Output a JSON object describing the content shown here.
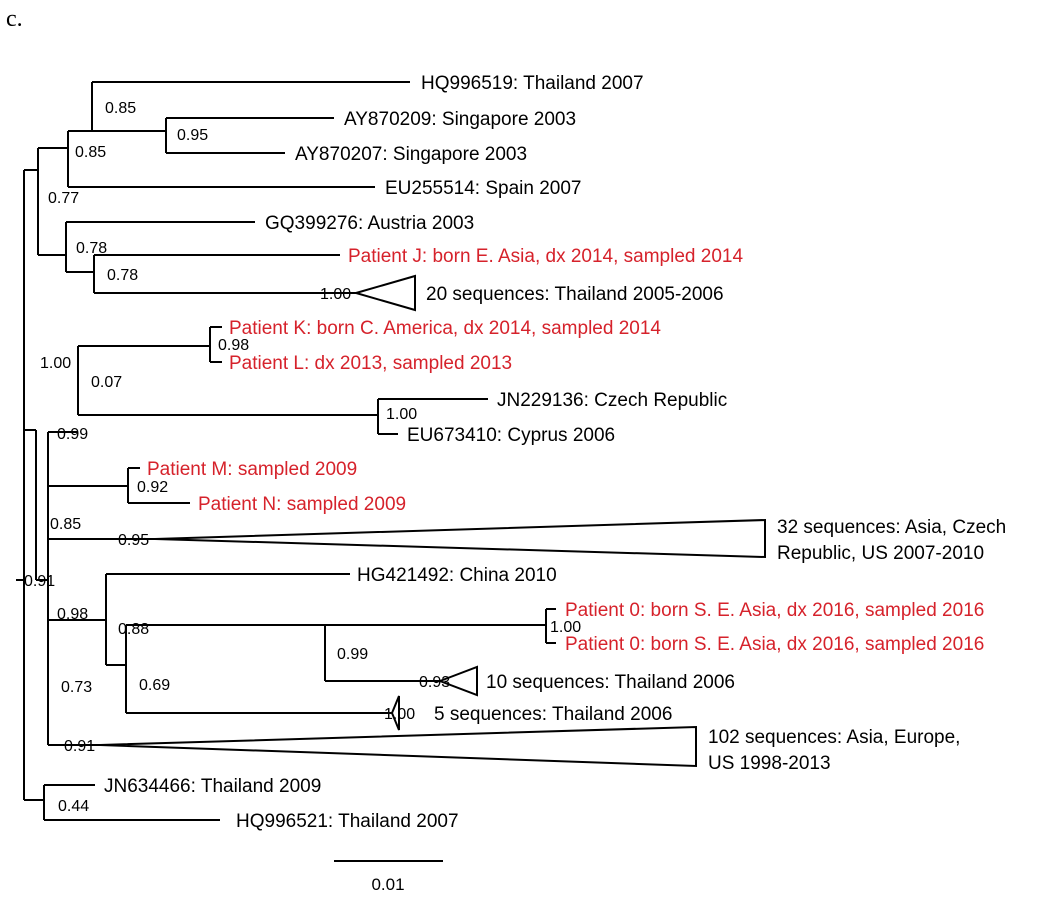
{
  "panel_label": "c.",
  "scale_bar_label": "0.01",
  "tips": {
    "hq996519": "HQ996519: Thailand 2007",
    "ay870209": "AY870209: Singapore 2003",
    "ay870207": "AY870207: Singapore 2003",
    "eu255514": "EU255514: Spain 2007",
    "gq399276": "GQ399276: Austria 2003",
    "patient_j": "Patient J: born E. Asia, dx 2014, sampled 2014",
    "clade_20": "20 sequences: Thailand 2005-2006",
    "patient_k": "Patient K: born C. America, dx 2014, sampled 2014",
    "patient_l": "Patient L: dx 2013, sampled 2013",
    "jn229136": "JN229136: Czech Republic",
    "eu673410": "EU673410: Cyprus 2006",
    "patient_m": "Patient M: sampled 2009",
    "patient_n": "Patient N: sampled 2009",
    "clade_32_line1": "32 sequences: Asia, Czech",
    "clade_32_line2": "Republic, US 2007-2010",
    "hg421492": "HG421492: China 2010",
    "patient_0a": "Patient 0: born S. E. Asia, dx 2016, sampled 2016",
    "patient_0b": "Patient 0: born S. E. Asia, dx 2016, sampled 2016",
    "clade_10": "10 sequences: Thailand 2006",
    "clade_5": "5 sequences: Thailand 2006",
    "clade_102_line1": "102 sequences: Asia, Europe,",
    "clade_102_line2": "US 1998-2013",
    "jn634466": "JN634466: Thailand 2009",
    "hq996521": "HQ996521: Thailand 2007"
  },
  "support_values": {
    "n_085a": "0.85",
    "n_095a": "0.95",
    "n_085b": "0.85",
    "n_077": "0.77",
    "n_078a": "0.78",
    "n_078b": "0.78",
    "n_100a": "1.00",
    "n_100b": "1.00",
    "n_098a": "0.98",
    "n_007": "0.07",
    "n_100c": "1.00",
    "n_099a": "0.99",
    "n_092": "0.92",
    "n_085c": "0.85",
    "n_095b": "0.95",
    "n_091a": "0.91",
    "n_098b": "0.98",
    "n_088": "0.88",
    "n_100d": "1.00",
    "n_099b": "0.99",
    "n_093": "0.93",
    "n_073": "0.73",
    "n_069": "0.69",
    "n_100e": "1.00",
    "n_091b": "0.91",
    "n_044": "0.44"
  },
  "colors": {
    "branch": "#000000",
    "patient_label": "#d6222b",
    "reference_label": "#000000"
  }
}
